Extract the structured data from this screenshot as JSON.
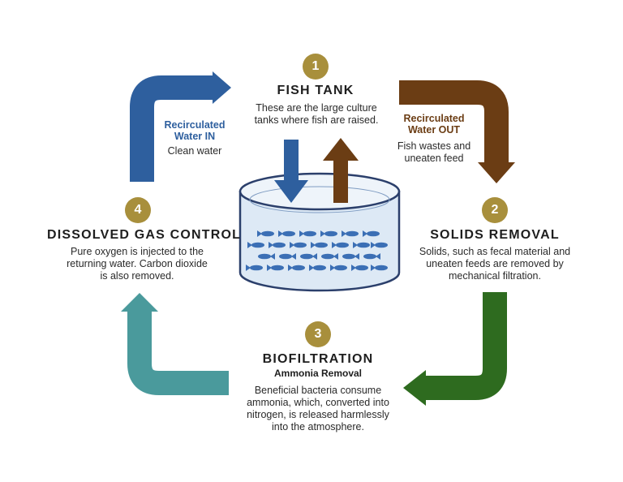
{
  "stages": [
    {
      "number": "1",
      "title": "FISH TANK",
      "description": "These are the large culture tanks where fish are raised."
    },
    {
      "number": "2",
      "title": "SOLIDS REMOVAL",
      "description": "Solids, such as fecal material and uneaten feeds are removed by mechanical filtration."
    },
    {
      "number": "3",
      "title": "BIOFILTRATION",
      "subtitle": "Ammonia Removal",
      "description": "Beneficial bacteria consume ammonia, which, converted into nitrogen, is released harmlessly into the atmosphere."
    },
    {
      "number": "4",
      "title": "DISSOLVED GAS CONTROL",
      "description": "Pure oxygen is injected to the returning water. Carbon dioxide is also removed."
    }
  ],
  "flows": {
    "water_in": {
      "label_line1": "Recirculated",
      "label_line2": "Water IN",
      "note": "Clean water",
      "color": "#2e5f9e"
    },
    "water_out": {
      "label_line1": "Recirculated",
      "label_line2": "Water OUT",
      "note_line1": "Fish wastes and",
      "note_line2": "uneaten feed",
      "color": "#6b3d14"
    }
  },
  "colors": {
    "badge": "#a88f3c",
    "arrow_in": "#2e5f9e",
    "arrow_out": "#6b3d14",
    "arrow_solids": "#2e6b1f",
    "arrow_bio": "#4a9a9c",
    "tank_fill": "#dde9f5",
    "tank_outline": "#2b3f6b",
    "fish": "#3b6fb5"
  },
  "icons": [
    "fish-tank-icon",
    "fish-icon",
    "arrow-down-icon",
    "arrow-up-icon"
  ]
}
